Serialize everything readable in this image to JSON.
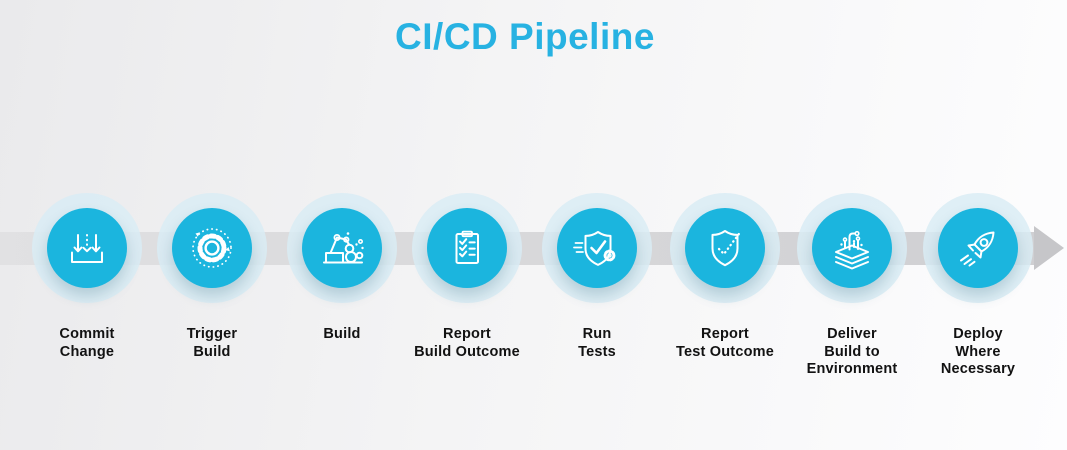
{
  "header": {
    "title": "CI/CD Pipeline",
    "title_color": "#27b2e2"
  },
  "timeline": {
    "direction": "left-to-right",
    "band_color": "#d7d7d9",
    "arrow_color": "#c6c6c9"
  },
  "colors": {
    "step_circle": "#1bb5de",
    "step_halo": "#d9ecf4",
    "icon_stroke": "#ffffff",
    "label_text": "#121212",
    "background_left": "#eaeaec",
    "background_right": "#fdfdfe"
  },
  "steps": [
    {
      "icon": "commit-arrows-icon",
      "label": "Commit\nChange"
    },
    {
      "icon": "gear-trigger-icon",
      "label": "Trigger\nBuild"
    },
    {
      "icon": "robot-arm-icon",
      "label": "Build"
    },
    {
      "icon": "clipboard-checklist-icon",
      "label": "Report\nBuild Outcome"
    },
    {
      "icon": "shield-check-gear-icon",
      "label": "Run\nTests"
    },
    {
      "icon": "shield-dotted-check-icon",
      "label": "Report\nTest Outcome"
    },
    {
      "icon": "layers-circuit-icon",
      "label": "Deliver\nBuild to\nEnvironment"
    },
    {
      "icon": "rocket-icon",
      "label": "Deploy\nWhere\nNecessary"
    }
  ]
}
